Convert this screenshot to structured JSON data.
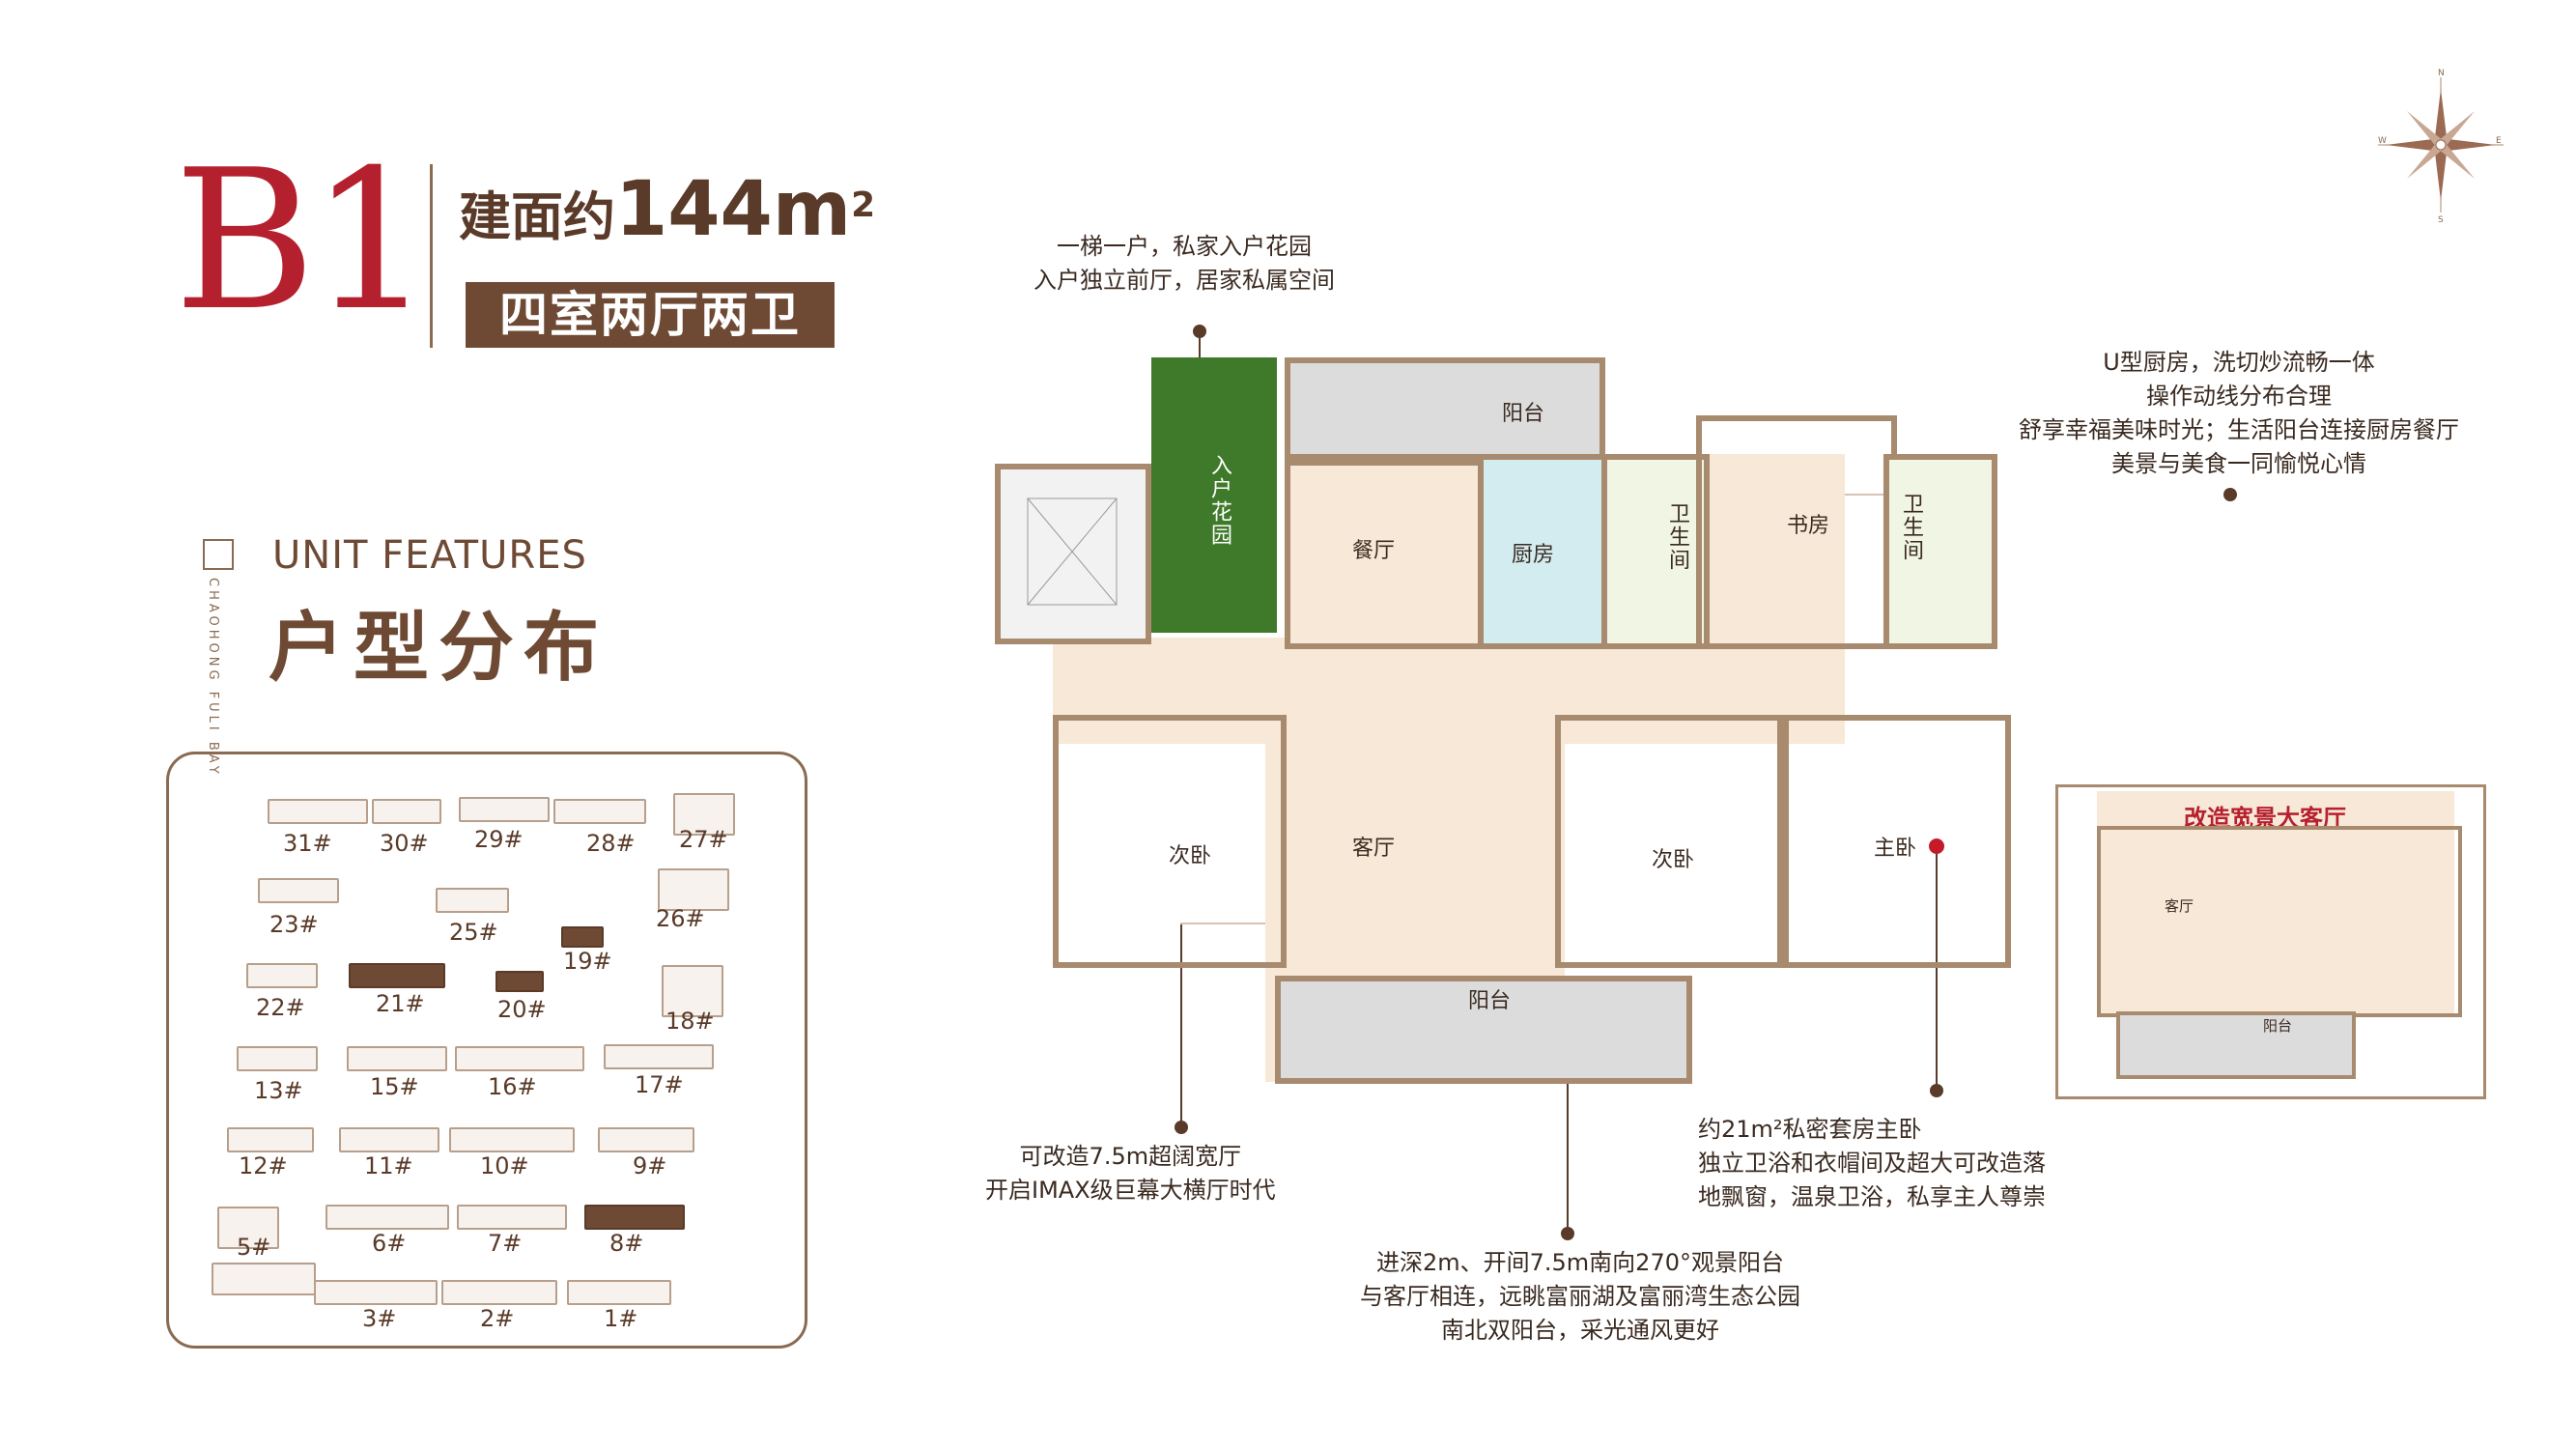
{
  "header": {
    "unit_code": "B1",
    "area_prefix": "建面约",
    "area_value": "144",
    "area_unit": "m",
    "area_sup": "2",
    "layout_tag": "四室两厅两卫"
  },
  "features": {
    "en_title": "UNIT FEATURES",
    "cn_title": "户型分布",
    "brand_vertical": "CHAOHONG FULI BAY"
  },
  "site_plan": {
    "buildings": [
      {
        "label": "31#",
        "highlight": false
      },
      {
        "label": "30#",
        "highlight": false
      },
      {
        "label": "29#",
        "highlight": false
      },
      {
        "label": "28#",
        "highlight": false
      },
      {
        "label": "27#",
        "highlight": false
      },
      {
        "label": "23#",
        "highlight": false
      },
      {
        "label": "25#",
        "highlight": false
      },
      {
        "label": "26#",
        "highlight": false
      },
      {
        "label": "19#",
        "highlight": true
      },
      {
        "label": "22#",
        "highlight": false
      },
      {
        "label": "21#",
        "highlight": true
      },
      {
        "label": "20#",
        "highlight": true
      },
      {
        "label": "18#",
        "highlight": false
      },
      {
        "label": "13#",
        "highlight": false
      },
      {
        "label": "15#",
        "highlight": false
      },
      {
        "label": "16#",
        "highlight": false
      },
      {
        "label": "17#",
        "highlight": false
      },
      {
        "label": "12#",
        "highlight": false
      },
      {
        "label": "11#",
        "highlight": false
      },
      {
        "label": "10#",
        "highlight": false
      },
      {
        "label": "9#",
        "highlight": false
      },
      {
        "label": "5#",
        "highlight": false
      },
      {
        "label": "6#",
        "highlight": false
      },
      {
        "label": "7#",
        "highlight": false
      },
      {
        "label": "8#",
        "highlight": true
      },
      {
        "label": "3#",
        "highlight": false
      },
      {
        "label": "2#",
        "highlight": false
      },
      {
        "label": "1#",
        "highlight": false
      }
    ]
  },
  "callouts": {
    "garden": [
      "一梯一户，私家入户花园",
      "入户独立前厅，居家私属空间"
    ],
    "kitchen": [
      "U型厨房，洗切炒流畅一体",
      "操作动线分布合理",
      "舒享幸福美味时光；生活阳台连接厨房餐厅",
      "美景与美食一同愉悦心情"
    ],
    "living": [
      "可改造7.5m超阔宽厅",
      "开启IMAX级巨幕大横厅时代"
    ],
    "balcony": [
      "进深2m、开间7.5m南向270°观景阳台",
      "与客厅相连，远眺富丽湖及富丽湾生态公园",
      "南北双阳台，采光通风更好"
    ],
    "master": [
      "约21m²私密套房主卧",
      "独立卫浴和衣帽间及超大可改造落",
      "地飘窗，温泉卫浴，私享主人尊崇"
    ]
  },
  "rooms": {
    "garden": "入户花园",
    "balcony_north": "阳台",
    "dining": "餐厅",
    "kitchen": "厨房",
    "bath1": "卫生间",
    "study": "书房",
    "bath2": "卫生间",
    "bedroom2a": "次卧",
    "living": "客厅",
    "bedroom2b": "次卧",
    "master": "主卧",
    "balcony_south": "阳台"
  },
  "mini_plan": {
    "title": "改造宽景大客厅",
    "living": "客厅",
    "balcony": "阳台"
  },
  "compass": {
    "n": "N",
    "s": "S",
    "e": "E",
    "w": "W"
  },
  "colors": {
    "accent_red": "#b5202e",
    "brown": "#6e4a34",
    "wall": "#a88a6e",
    "floor": "#f8e8d8",
    "garden_green": "#3f7a2a",
    "kitchen_blue": "#d2ecf0"
  }
}
